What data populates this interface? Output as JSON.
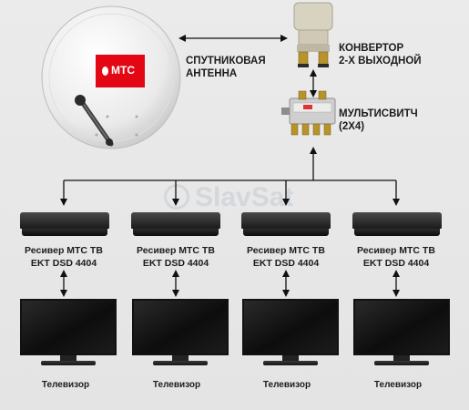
{
  "antenna": {
    "label_line1": "СПУТНИКОВАЯ",
    "label_line2": "АНТЕННА",
    "logo_text": "МТС",
    "brand_color": "#e30613"
  },
  "converter": {
    "label_line1": "КОНВЕРТОР",
    "label_line2": "2-Х ВЫХОДНОЙ"
  },
  "multiswitch": {
    "label_line1": "МУЛЬТИСВИТЧ",
    "label_line2": "(2Х4)"
  },
  "receivers": [
    {
      "line1": "Ресивер МТС ТВ",
      "line2": "EKT DSD 4404"
    },
    {
      "line1": "Ресивер МТС ТВ",
      "line2": "EKT DSD 4404"
    },
    {
      "line1": "Ресивер МТС ТВ",
      "line2": "EKT DSD 4404"
    },
    {
      "line1": "Ресивер МТС ТВ",
      "line2": "EKT DSD 4404"
    }
  ],
  "televisions": [
    {
      "label": "Телевизор"
    },
    {
      "label": "Телевизор"
    },
    {
      "label": "Телевизор"
    },
    {
      "label": "Телевизор"
    }
  ],
  "watermark": {
    "text": "SlavSat"
  }
}
